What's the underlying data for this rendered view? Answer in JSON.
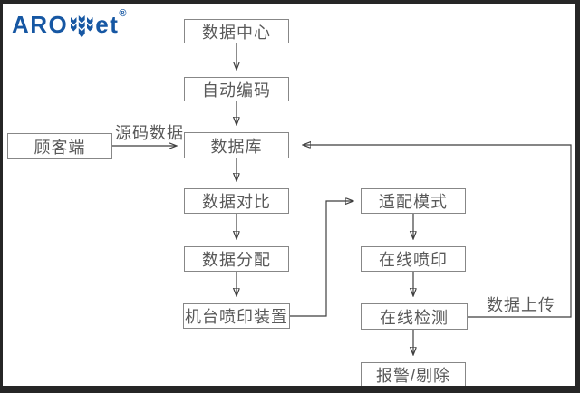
{
  "logo": {
    "brand_left": "ARO",
    "brand_right": "et",
    "registered_mark": "®",
    "brand_color": "#1657a3"
  },
  "diagram": {
    "colors": {
      "frame": "#262626",
      "background": "#ffffff",
      "box_border": "#878787",
      "text": "#595959",
      "line": "#3f3f3f",
      "arrowhead": "#1c1c1c"
    },
    "nodes": [
      {
        "id": "data-center",
        "label": "数据中心"
      },
      {
        "id": "auto-encoding",
        "label": "自动编码"
      },
      {
        "id": "customer-side",
        "label": "顾客端"
      },
      {
        "id": "database",
        "label": "数据库"
      },
      {
        "id": "data-compare",
        "label": "数据对比"
      },
      {
        "id": "data-distribution",
        "label": "数据分配"
      },
      {
        "id": "machine-print-device",
        "label": "机台喷印装置"
      },
      {
        "id": "adapt-mode",
        "label": "适配模式"
      },
      {
        "id": "online-printing",
        "label": "在线喷印"
      },
      {
        "id": "online-detection",
        "label": "在线检测"
      },
      {
        "id": "alarm-reject",
        "label": "报警/剔除"
      }
    ],
    "edge_labels": [
      {
        "id": "source-code-data",
        "text": "源码数据"
      },
      {
        "id": "data-upload",
        "text": "数据上传"
      }
    ]
  }
}
